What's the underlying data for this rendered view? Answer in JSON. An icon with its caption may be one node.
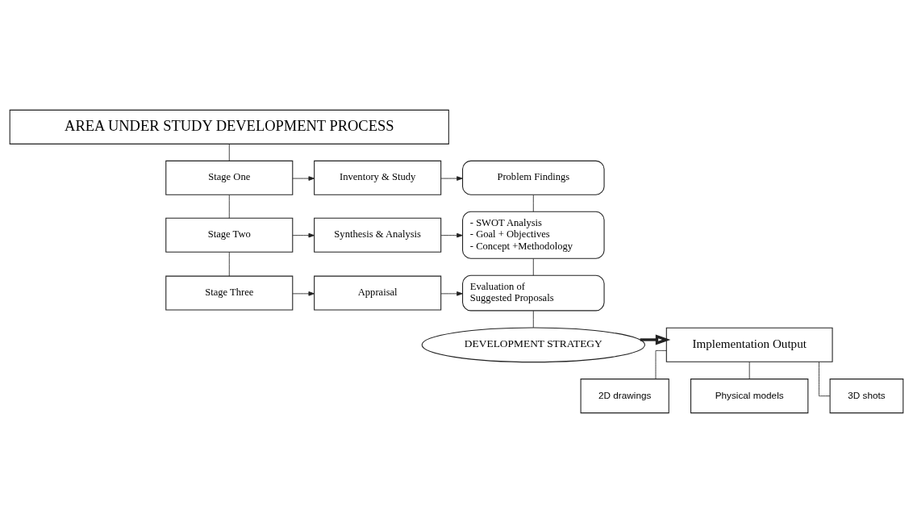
{
  "diagram": {
    "nodes": [
      {
        "text": [
          "AREA UNDER STUDY DEVELOPMENT PROCESS"
        ]
      },
      {
        "text": [
          "Stage One"
        ]
      },
      {
        "text": [
          "Inventory & Study"
        ]
      },
      {
        "text": [
          "Problem Findings"
        ]
      },
      {
        "text": [
          "Stage Two"
        ]
      },
      {
        "text": [
          "Synthesis & Analysis"
        ]
      },
      {
        "text": [
          "- SWOT Analysis",
          "- Goal + Objectives",
          "- Concept +Methodology"
        ]
      },
      {
        "text": [
          "Stage Three"
        ]
      },
      {
        "text": [
          "Appraisal"
        ]
      },
      {
        "text": [
          "Evaluation of Suggested Proposals"
        ]
      },
      {
        "text": [
          "Implementation Output"
        ]
      },
      {
        "text": [
          "DEVELOPMENT STRATEGY"
        ]
      },
      {
        "text": [
          "2D drawings"
        ]
      },
      {
        "text": [
          "Physical models"
        ]
      },
      {
        "text": [
          "3D shots"
        ]
      }
    ],
    "edges": [
      {
        "from": 0,
        "to": 1,
        "arrow": "none"
      },
      {
        "from": 1,
        "to": 2,
        "arrow": "to"
      },
      {
        "from": 2,
        "to": 3,
        "arrow": "to"
      },
      {
        "from": 1,
        "to": 4,
        "arrow": "none"
      },
      {
        "from": 3,
        "to": 6,
        "arrow": "none"
      },
      {
        "from": 4,
        "to": 5,
        "arrow": "to"
      },
      {
        "from": 5,
        "to": 6,
        "arrow": "to"
      },
      {
        "from": 4,
        "to": 7,
        "arrow": "none"
      },
      {
        "from": 6,
        "to": 9,
        "arrow": "none"
      },
      {
        "from": 7,
        "to": 8,
        "arrow": "to"
      },
      {
        "from": 8,
        "to": 9,
        "arrow": "to"
      },
      {
        "from": 9,
        "to": 11,
        "arrow": "none"
      },
      {
        "from": 11,
        "to": 10,
        "arrow": "to",
        "style": "thick"
      },
      {
        "from": 10,
        "to": 12,
        "arrow": "none"
      },
      {
        "from": 10,
        "to": 13,
        "arrow": "none"
      },
      {
        "from": 10,
        "to": 14,
        "arrow": "none"
      }
    ]
  }
}
